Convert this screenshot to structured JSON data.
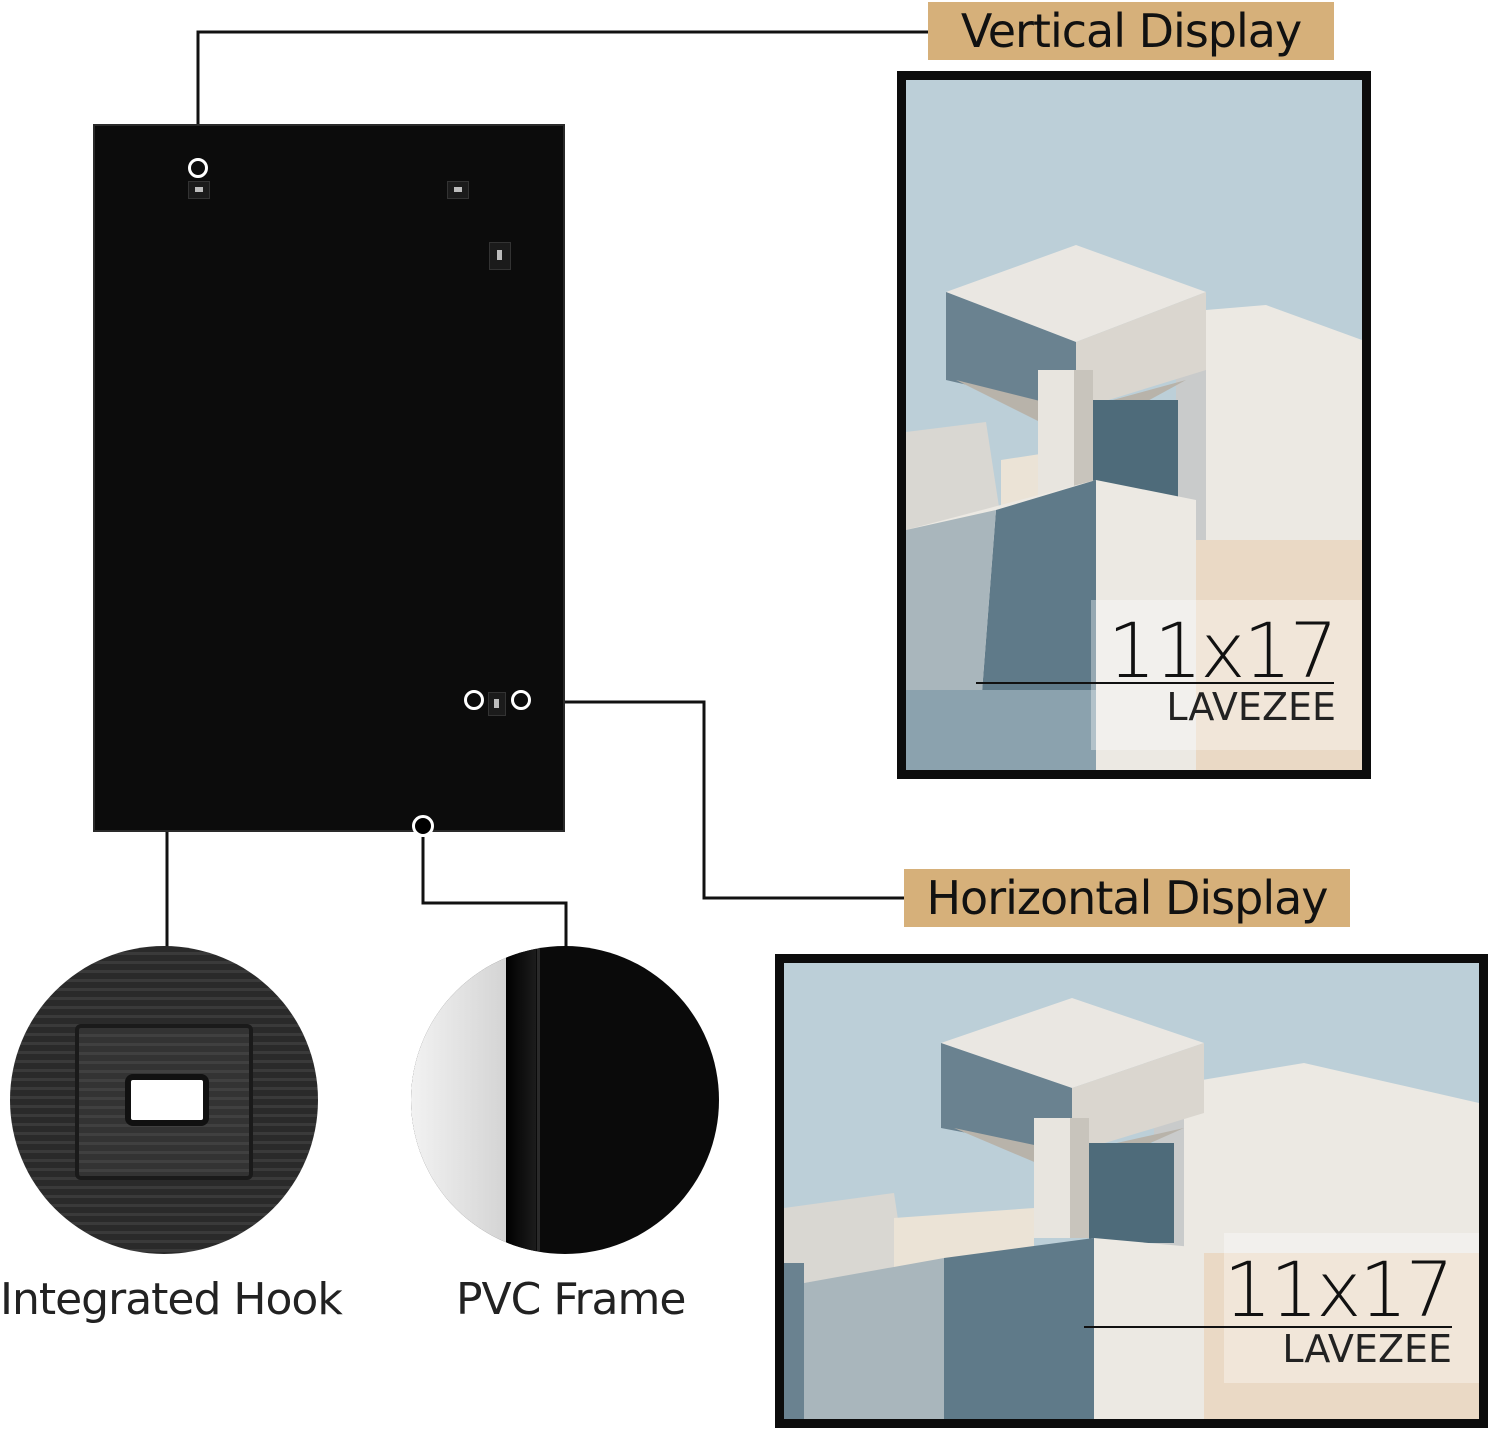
{
  "labels": {
    "vertical": "Vertical Display",
    "horizontal": "Horizontal Display"
  },
  "captions": {
    "hook": "Integrated Hook",
    "frame": "PVC Frame"
  },
  "artwork": {
    "size": "11x17",
    "brand": "LAVEZEE"
  },
  "colors": {
    "tag": "#d6b07a",
    "frame": "#0c0c0c",
    "sky": "#bccfd8"
  }
}
